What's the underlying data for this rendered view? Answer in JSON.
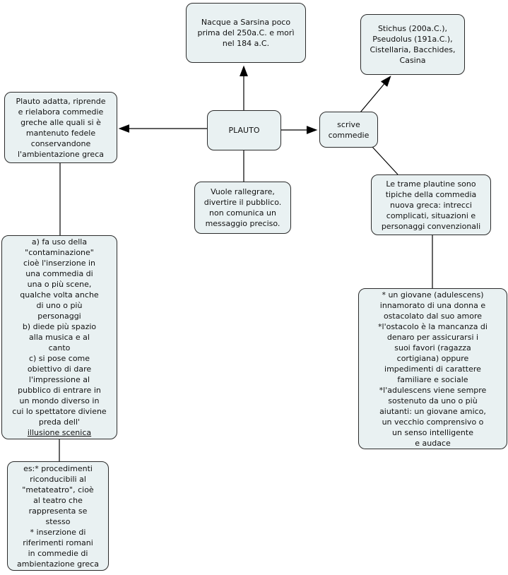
{
  "diagram": {
    "title": "Mappa concettuale su Plauto",
    "colors": {
      "background": "#ffffff",
      "node_fill": "#e9f1f2",
      "node_border": "#2b2b2b",
      "line": "#000000",
      "text": "#111111"
    },
    "nodes": {
      "nacque": {
        "text": "Nacque a Sarsina poco\nprima del 250a.C. e morì\nnel 184 a.C."
      },
      "stichus": {
        "text": "Stichus (200a.C.),\nPseudolus (191a.C.),\nCistellaria, Bacchides,\nCasina"
      },
      "adatta": {
        "text": "Plauto adatta, riprende\ne rielabora commedie\ngreche alle quali si è\nmantenuto fedele\nconservandone\nl'ambientazione greca"
      },
      "plauto": {
        "text": "PLAUTO"
      },
      "scrive": {
        "text": "scrive\ncommedie"
      },
      "vuole": {
        "text": "Vuole rallegrare,\ndivertire il pubblico.\nnon comunica un\nmessaggio preciso."
      },
      "trame": {
        "text": "Le trame plautine sono\ntipiche della commedia\nnuova greca: intrecci\ncomplicati, situazioni e\npersonaggi convenzionali"
      },
      "contaminazione": {
        "text": "a) fa uso della\n\"contaminazione\"\ncioè l'inserzione in\nuna commedia di\nuna o più scene,\nqualche volta anche\ndi uno o più\npersonaggi\nb) diede più spazio\nalla musica e al\ncanto\nc) si pose come\nobiettivo di dare\nl'impressione al\npubblico di entrare in\nun mondo diverso in\ncui lo spettatore diviene\npreda dell'",
        "underlined": "illusione scenica"
      },
      "adulescens": {
        "text": "* un giovane (adulescens)\ninnamorato di una donna e\nostacolato dal suo amore\n*l'ostacolo è la mancanza di\ndenaro per assicurarsi i\nsuoi favori (ragazza\ncortigiana) oppure\nimpedimenti di carattere\nfamiliare e sociale\n*l'adulescens viene sempre\nsostenuto da uno o più\naiutanti: un giovane amico,\nun vecchio comprensivo o\nun senso intelligente\ne audace"
      },
      "metateatro": {
        "text": "es:* procedimenti\nriconducibili al\n\"metateatro\", cioè\nal teatro che\nrappresenta se\nstesso\n* inserzione di\nriferimenti romani\nin commedie di\nambientazione greca"
      }
    }
  }
}
